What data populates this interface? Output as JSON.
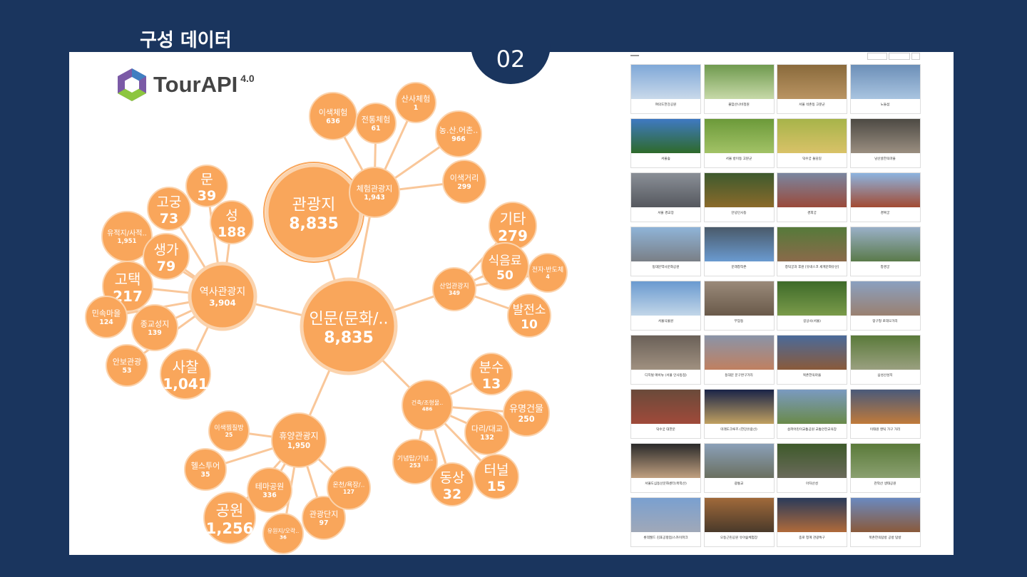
{
  "slide": {
    "title": "구성 데이터",
    "number": "02"
  },
  "logo": {
    "name": "TourAPI",
    "version": "4.0"
  },
  "diagram": {
    "nodes": [
      {
        "label": "인문(문화/..",
        "value": "8,835"
      },
      {
        "label": "관광지",
        "value": "8,835"
      },
      {
        "label": "역사관광지",
        "value": "3,904"
      },
      {
        "label": "체험관광지",
        "value": "1,943"
      },
      {
        "label": "산업관광지",
        "value": "349"
      },
      {
        "label": "건축/조형물..",
        "value": "486"
      },
      {
        "label": "휴양관광지",
        "value": "1,950"
      },
      {
        "label": "이색체험",
        "value": "636"
      },
      {
        "label": "전통체험",
        "value": "61"
      },
      {
        "label": "산사체험",
        "value": "1"
      },
      {
        "label": "농.산.어촌..",
        "value": "966"
      },
      {
        "label": "이색거리",
        "value": "299"
      },
      {
        "label": "문",
        "value": "39"
      },
      {
        "label": "고궁",
        "value": "73"
      },
      {
        "label": "성",
        "value": "188"
      },
      {
        "label": "유적지/사적..",
        "value": "1,951"
      },
      {
        "label": "생가",
        "value": "79"
      },
      {
        "label": "고택",
        "value": "217"
      },
      {
        "label": "민속마을",
        "value": "124"
      },
      {
        "label": "종교성지",
        "value": "139"
      },
      {
        "label": "안보관광",
        "value": "53"
      },
      {
        "label": "사찰",
        "value": "1,041"
      },
      {
        "label": "기타",
        "value": "279"
      },
      {
        "label": "식음료",
        "value": "50"
      },
      {
        "label": "전자·반도체",
        "value": "4"
      },
      {
        "label": "발전소",
        "value": "10"
      },
      {
        "label": "분수",
        "value": "13"
      },
      {
        "label": "유명건물",
        "value": "250"
      },
      {
        "label": "다리/대교",
        "value": "132"
      },
      {
        "label": "터널",
        "value": "15"
      },
      {
        "label": "동상",
        "value": "32"
      },
      {
        "label": "기념탑/기념..",
        "value": "253"
      },
      {
        "label": "이색찜질방",
        "value": "25"
      },
      {
        "label": "헬스투어",
        "value": "35"
      },
      {
        "label": "테마공원",
        "value": "336"
      },
      {
        "label": "공원",
        "value": "1,256"
      },
      {
        "label": "유원지/오락..",
        "value": "36"
      },
      {
        "label": "관광단지",
        "value": "97"
      },
      {
        "label": "온천/욕장/..",
        "value": "127"
      }
    ]
  },
  "gallery": {
    "items": [
      "여의도한강공원",
      "불암산나비정원",
      "서울 석촌동 고분군",
      "노들섬",
      "서울숲",
      "서울 방이동 고분군",
      "덕수궁 돌담길",
      "남산골한옥마을",
      "서울 경교장",
      "안녕인사동",
      "경희궁",
      "경복궁",
      "동대문역사문화공원",
      "문래창작촌",
      "창덕궁과 후원 [유네스코 세계문화유산]",
      "창경궁",
      "서울식물원",
      "부암동",
      "길상사(서울)",
      "망구형 로데오거리",
      "디지털 애비뉴 (서울 인사동점)",
      "동대문 문구완구거리",
      "북촌한옥마을",
      "삼성산성지",
      "덕수궁 대한문",
      "미래도크루즈 (한강유람선)",
      "송파어린이교통공원 교통안전교육장",
      "이태원 앤틱 가구 거리",
      "서울도심동산문화센터(북악산)",
      "광통교",
      "아차산성",
      "관악산 생태공원",
      "롯데월드 김포공항점/스카이파크",
      "오동근린공원 유아숲체험장",
      "종로 청계 관광특구",
      "북촌한옥탐방 공방 탐방"
    ]
  },
  "colors": {
    "background": "#1a355e",
    "bubble": "#f9a65b",
    "link": "#f9c79a",
    "panel": "#ffffff"
  }
}
